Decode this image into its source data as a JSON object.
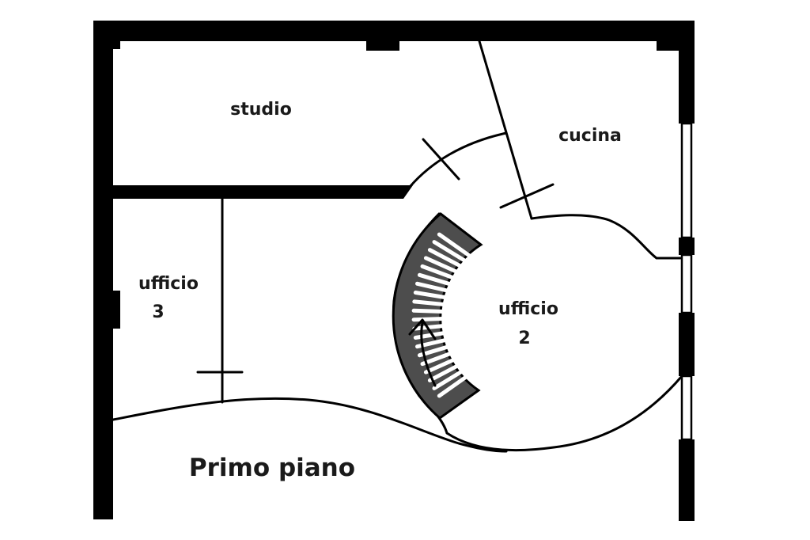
{
  "rooms": {
    "studio": "studio",
    "cucina": "cucina",
    "ufficio3_name": "ufficio",
    "ufficio3_number": "3",
    "ufficio2_name": "ufficio",
    "ufficio2_number": "2"
  },
  "floor_label": "Primo piano",
  "colors": {
    "wall": "#000000",
    "background": "#ffffff",
    "stair_fill": "#555555",
    "stair_treads": "#ffffff"
  }
}
